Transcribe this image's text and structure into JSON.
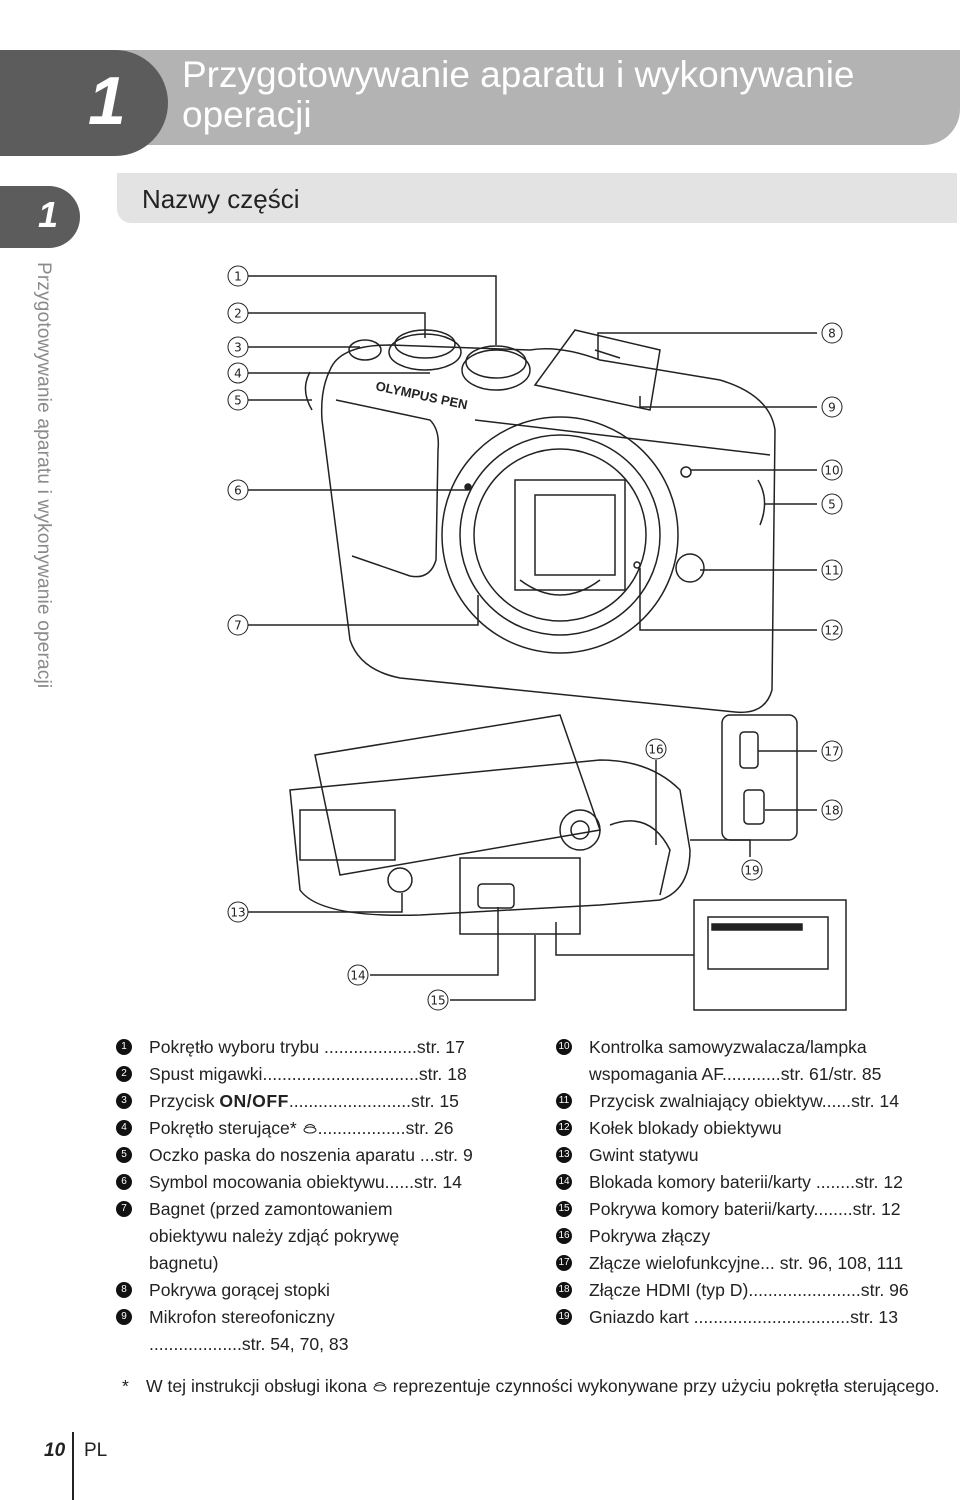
{
  "chapter": {
    "number": "1",
    "title": "Przygotowywanie aparatu i wykonywanie operacji"
  },
  "side_tab": {
    "number": "1",
    "text": "Przygotowywanie aparatu i wykonywanie operacji"
  },
  "section": {
    "title": "Nazwy części"
  },
  "diagram_callouts": [
    "1",
    "2",
    "3",
    "4",
    "5",
    "6",
    "7",
    "8",
    "9",
    "10",
    "5",
    "11",
    "12",
    "13",
    "14",
    "15",
    "16",
    "17",
    "18",
    "19"
  ],
  "camera_brand_marking": "OLYMPUS PEN",
  "parts_left": [
    {
      "n": "1",
      "label": "Pokrętło wyboru trybu ",
      "dots": "...................",
      "ref": "str. 17"
    },
    {
      "n": "2",
      "label": "Spust migawki",
      "dots": "................................",
      "ref": "str. 18"
    },
    {
      "n": "3",
      "label_pre": "Przycisk ",
      "label_bold": "ON/OFF",
      "dots": ".........................",
      "ref": "str. 15"
    },
    {
      "n": "4",
      "label": "Pokrętło sterujące* ",
      "dots": "..................",
      "ref": "str. 26"
    },
    {
      "n": "5",
      "label": "Oczko paska do noszenia aparatu ",
      "dots": "...",
      "ref": "str. 9"
    },
    {
      "n": "6",
      "label": "Symbol mocowania obiektywu",
      "dots": "......",
      "ref": "str. 14"
    },
    {
      "n": "7",
      "label": "Bagnet (przed zamontowaniem obiektywu należy zdjąć pokrywę bagnetu)"
    },
    {
      "n": "8",
      "label": "Pokrywa gorącej stopki"
    },
    {
      "n": "9",
      "label": "Mikrofon stereofoniczny",
      "dots": "...................",
      "ref": "str. 54, 70, 83"
    }
  ],
  "parts_right": [
    {
      "n": "10",
      "label": "Kontrolka samowyzwalacza/lampka wspomagania AF",
      "dots": "............",
      "ref": "str. 61/str. 85"
    },
    {
      "n": "11",
      "label": "Przycisk zwalniający obiektyw",
      "dots": "......",
      "ref": "str. 14"
    },
    {
      "n": "12",
      "label": "Kołek blokady obiektywu"
    },
    {
      "n": "13",
      "label": "Gwint statywu"
    },
    {
      "n": "14",
      "label": "Blokada komory baterii/karty ",
      "dots": "........",
      "ref": "str. 12"
    },
    {
      "n": "15",
      "label": "Pokrywa komory baterii/karty",
      "dots": "........",
      "ref": "str. 12"
    },
    {
      "n": "16",
      "label": "Pokrywa złączy"
    },
    {
      "n": "17",
      "label": "Złącze wielofunkcyjne",
      "dots": "...",
      "ref": " str. 96, 108, 111"
    },
    {
      "n": "18",
      "label": "Złącze HDMI (typ D)",
      "dots": ".......................",
      "ref": "str. 96"
    },
    {
      "n": "19",
      "label": "Gniazdo kart ",
      "dots": "................................",
      "ref": "str. 13"
    }
  ],
  "footnote": {
    "star": "*",
    "text_before": "W tej instrukcji obsługi ikona ",
    "text_after": " reprezentuje czynności wykonywane przy użyciu pokrętła sterującego."
  },
  "footer": {
    "page": "10",
    "lang": "PL"
  }
}
